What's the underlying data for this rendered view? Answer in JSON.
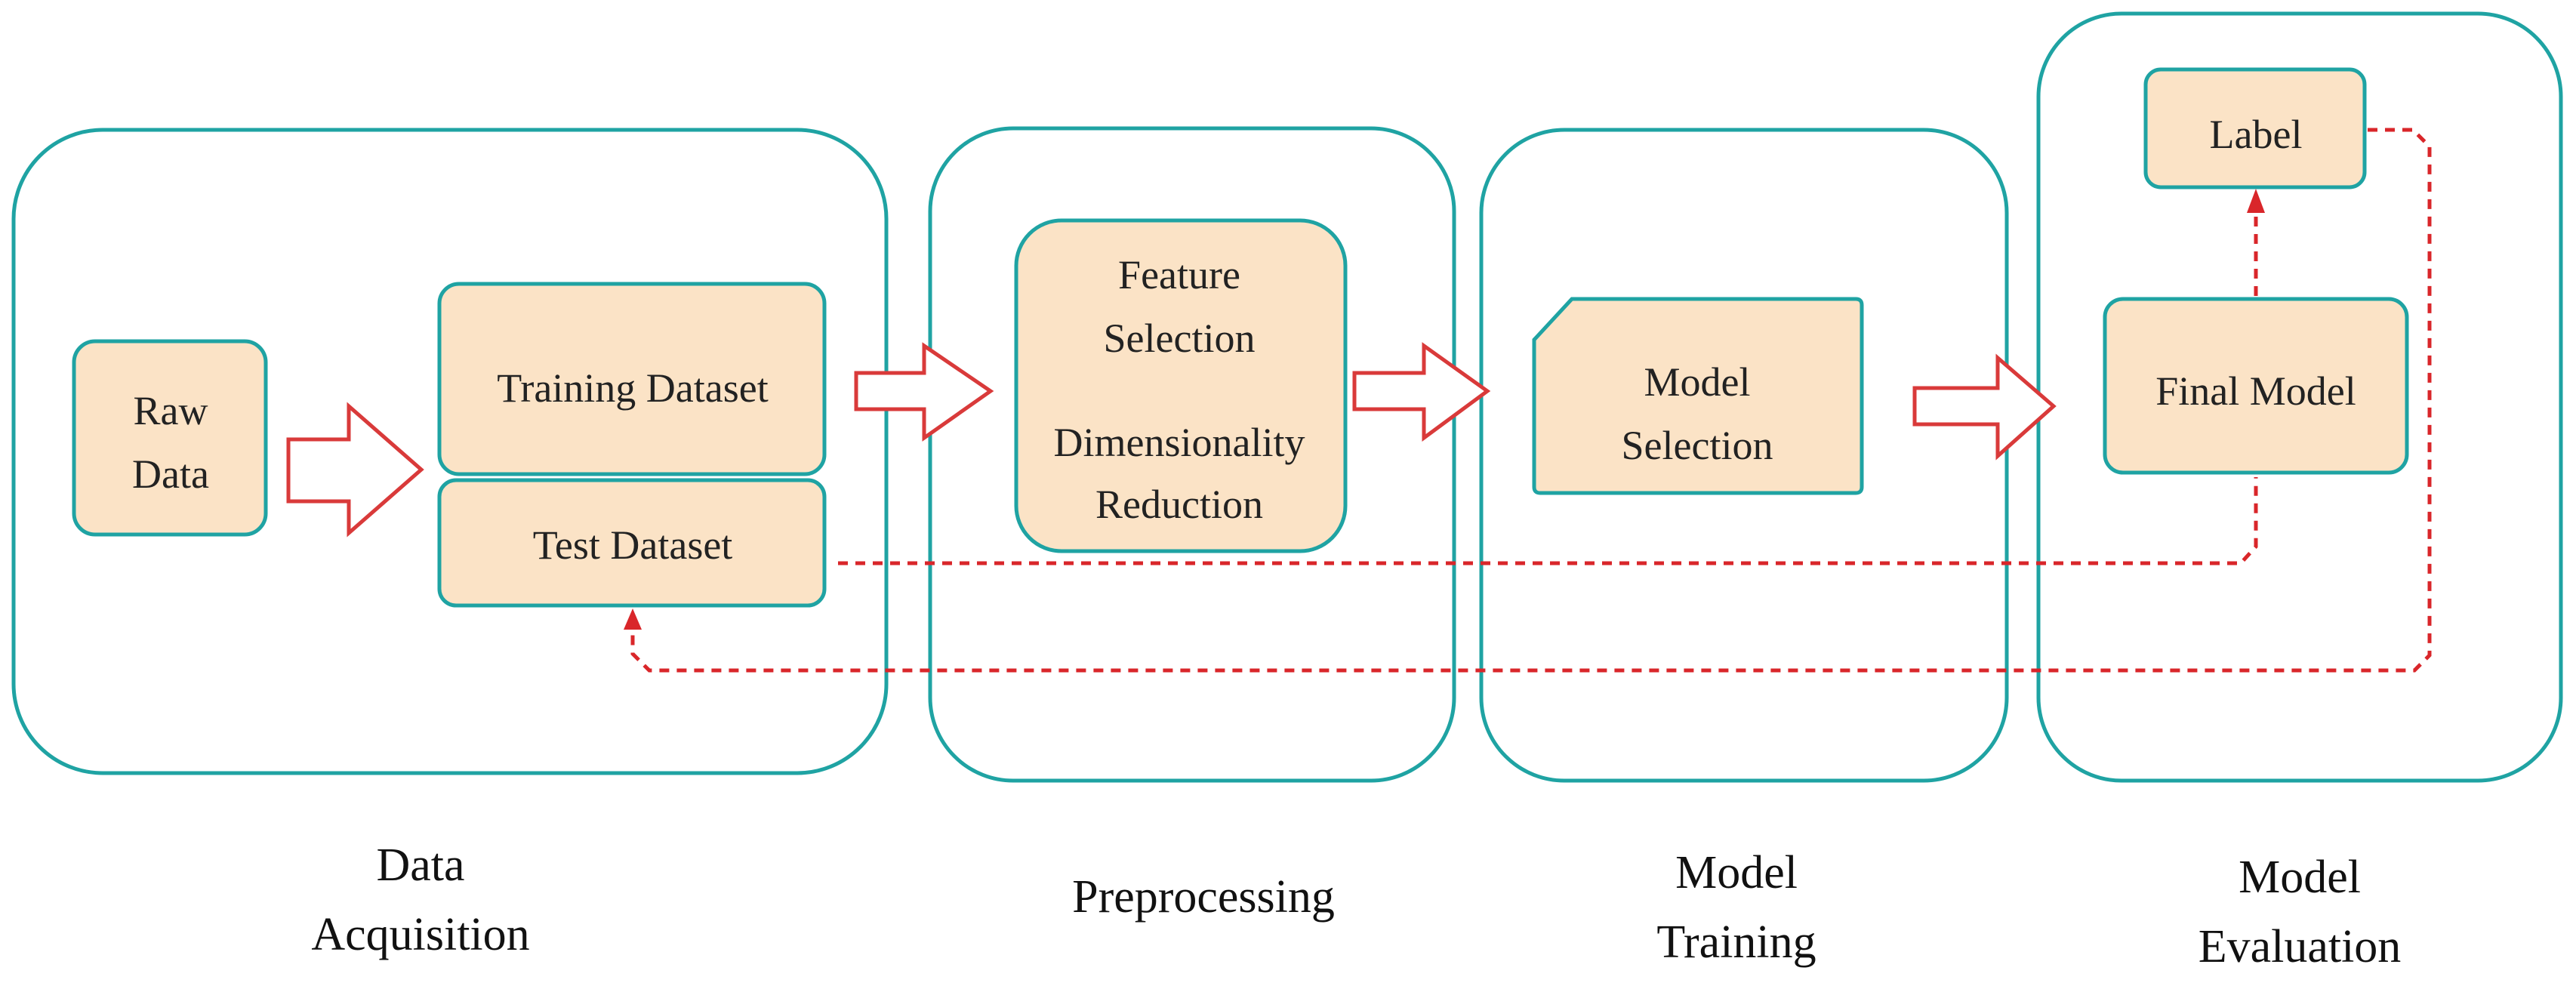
{
  "colors": {
    "frame_stroke": "#1fa3a3",
    "node_fill": "#fbe3c6",
    "arrow_stroke": "#d93a3a",
    "dashed_line": "#d9262a"
  },
  "stages": {
    "data_acquisition": [
      "Data",
      "Acquisition"
    ],
    "preprocessing": [
      "Preprocessing"
    ],
    "model_training": [
      "Model",
      "Training"
    ],
    "model_evaluation": [
      "Model",
      "Evaluation"
    ]
  },
  "nodes": {
    "raw_data": [
      "Raw",
      "Data"
    ],
    "training_dataset": [
      "Training Dataset"
    ],
    "test_dataset": [
      "Test Dataset"
    ],
    "feature_selection": [
      "Feature",
      "Selection"
    ],
    "dimensionality_reduction": [
      "Dimensionality",
      "Reduction"
    ],
    "model_selection": [
      "Model",
      "Selection"
    ],
    "final_model": [
      "Final Model"
    ],
    "label": [
      "Label"
    ]
  }
}
